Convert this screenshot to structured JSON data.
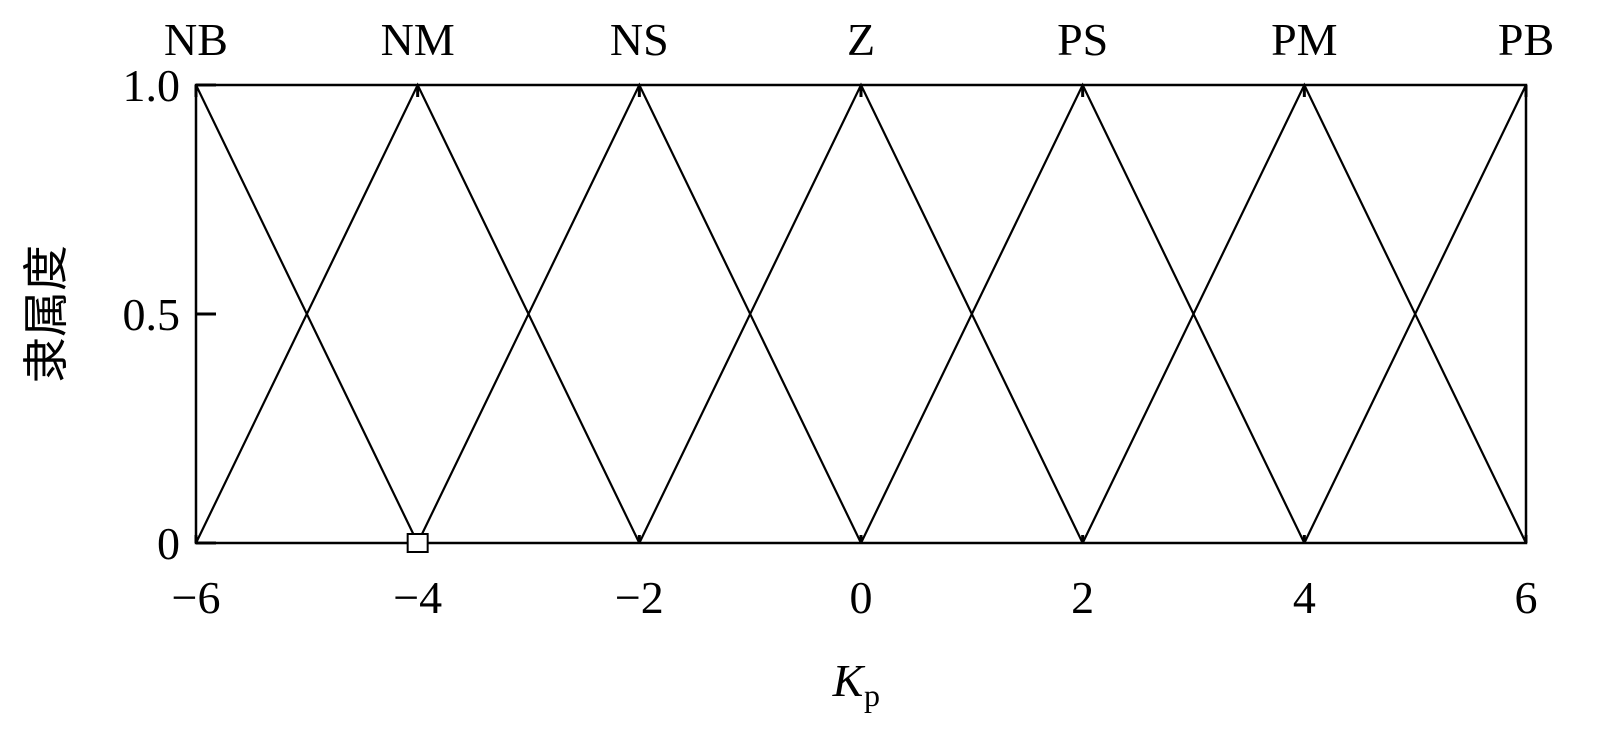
{
  "chart_data": {
    "type": "line",
    "title": "",
    "xlabel": "K",
    "xlabel_subscript": "p",
    "ylabel": "隶属度",
    "xlim": [
      -6,
      6
    ],
    "ylim": [
      0,
      1
    ],
    "x_ticks": [
      -6,
      -4,
      -2,
      0,
      2,
      4,
      6
    ],
    "x_tick_labels": [
      "−6",
      "−4",
      "−2",
      "0",
      "2",
      "4",
      "6"
    ],
    "y_ticks": [
      0,
      0.5,
      1.0
    ],
    "y_tick_labels": [
      "0",
      "0.5",
      "1.0"
    ],
    "grid": false,
    "line_color": "#000000",
    "series": [
      {
        "name": "NB",
        "x": [
          -6,
          -4
        ],
        "y": [
          1,
          0
        ]
      },
      {
        "name": "NM",
        "x": [
          -6,
          -4,
          -2
        ],
        "y": [
          0,
          1,
          0
        ]
      },
      {
        "name": "NS",
        "x": [
          -4,
          -2,
          0
        ],
        "y": [
          0,
          1,
          0
        ]
      },
      {
        "name": "Z",
        "x": [
          -2,
          0,
          2
        ],
        "y": [
          0,
          1,
          0
        ]
      },
      {
        "name": "PS",
        "x": [
          0,
          2,
          4
        ],
        "y": [
          0,
          1,
          0
        ]
      },
      {
        "name": "PM",
        "x": [
          2,
          4,
          6
        ],
        "y": [
          0,
          1,
          0
        ]
      },
      {
        "name": "PB",
        "x": [
          4,
          6
        ],
        "y": [
          0,
          1
        ]
      }
    ],
    "marker": {
      "x": -4,
      "y": 0,
      "shape": "square"
    }
  }
}
